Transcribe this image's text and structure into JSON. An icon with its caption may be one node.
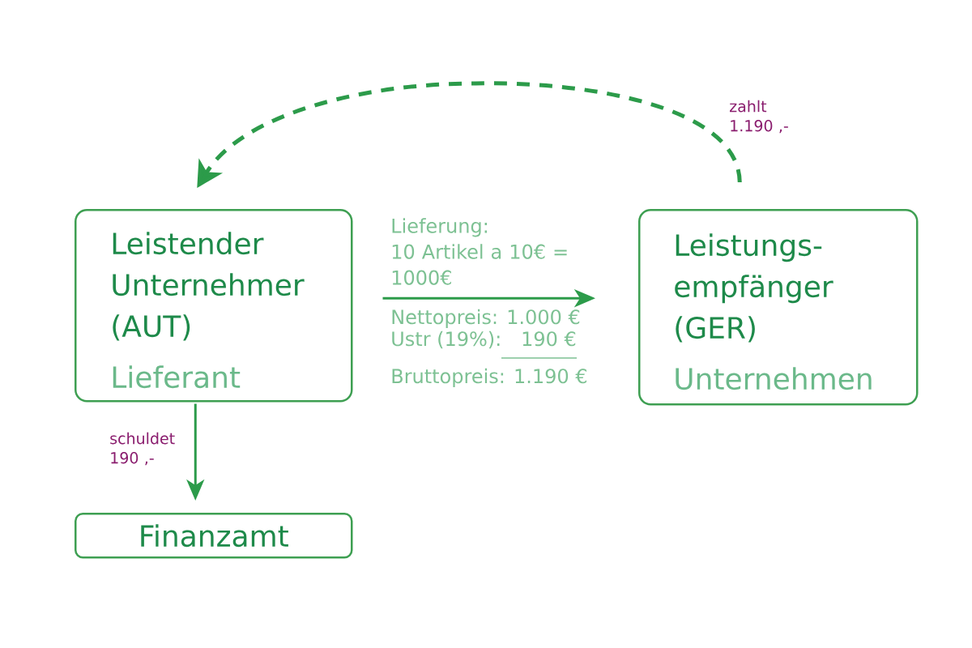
{
  "diagram": {
    "nodes": [
      {
        "text": [
          "Leistender Unternehmer (AUT)",
          "Lieferant"
        ]
      },
      {
        "text": [
          "Leistungs- empfänger (GER)",
          "Unternehmen"
        ]
      },
      {
        "text": [
          "Finanzamt"
        ]
      }
    ],
    "edges": [
      {
        "from": 0,
        "to": 1,
        "arrow": "to",
        "label": "Lieferung: 10 Artikel a 10€ = 1000€"
      },
      {
        "from": 1,
        "to": 0,
        "arrow": "to",
        "style": "dashed",
        "label": "zahlt 1.190 ,-"
      },
      {
        "from": 0,
        "to": 2,
        "arrow": "to",
        "label": "schuldet 190 ,-"
      }
    ],
    "labels": [
      "Nettopreis: 1.000 €",
      "Ustr (19%):",
      "190 €",
      "Bruttopreis: 1.190 €"
    ]
  }
}
